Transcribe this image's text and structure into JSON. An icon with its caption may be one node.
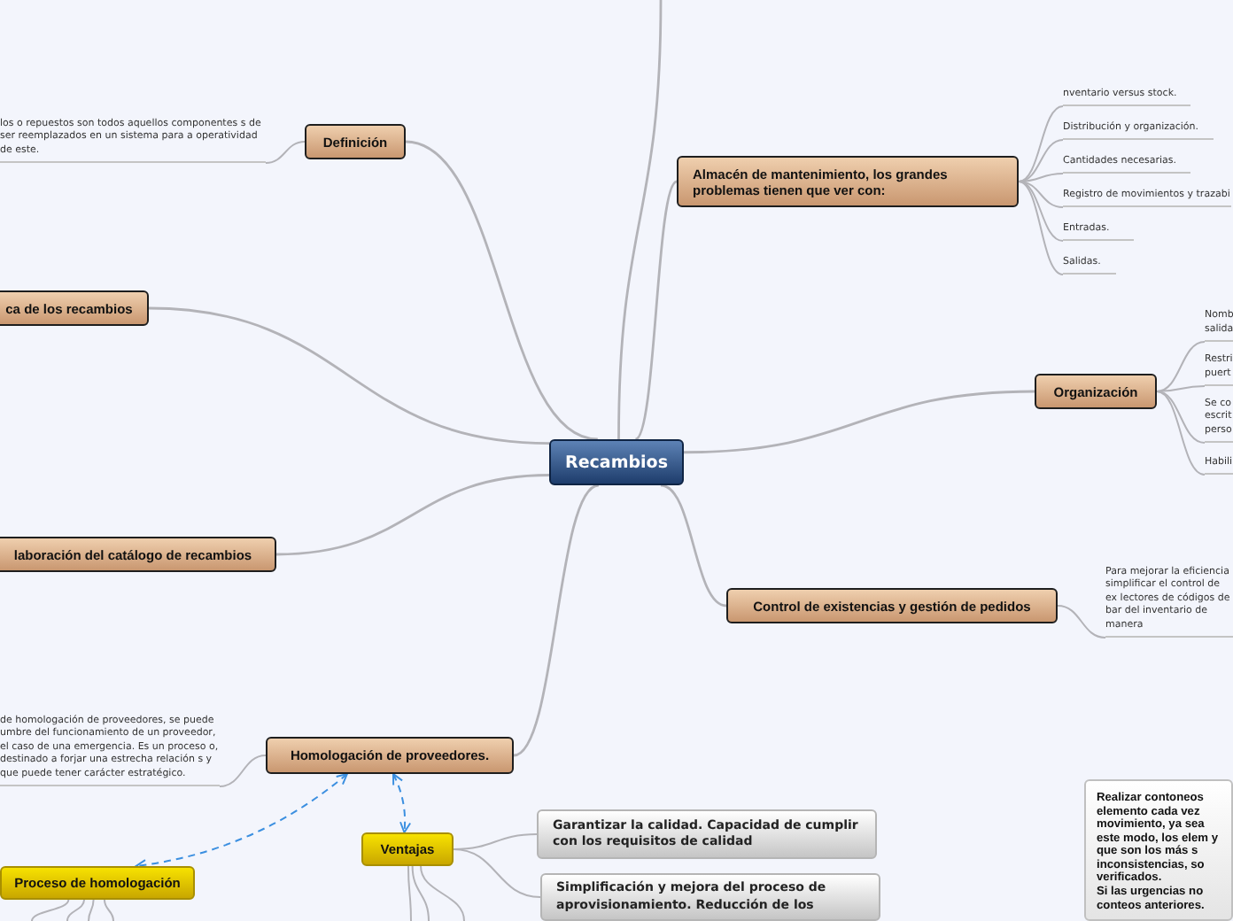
{
  "diagram": {
    "nodes": [
      {
        "text": [
          "Recambios"
        ]
      },
      {
        "text": [
          "Definición"
        ]
      },
      {
        "text": [
          "ca de los recambios"
        ]
      },
      {
        "text": [
          "laboración del catálogo de recambios"
        ]
      },
      {
        "text": [
          "Homologación de proveedores."
        ]
      },
      {
        "text": [
          "Almacén de mantenimiento, los grandes problemas tienen que ver con:"
        ]
      },
      {
        "text": [
          "Organización"
        ]
      },
      {
        "text": [
          "Control de existencias y gestión de pedidos"
        ]
      },
      {
        "text": [
          "Ventajas"
        ]
      },
      {
        "text": [
          "Proceso de homologación"
        ]
      },
      {
        "text": [
          "Garantizar la calidad. Capacidad de cumplir con los requisitos de calidad"
        ]
      },
      {
        "text": [
          "Simplificación y mejora del proceso de aprovisionamiento. Reducción de los"
        ]
      },
      {
        "text": [
          "los o repuestos son todos aquellos componentes s de ser reemplazados en un sistema para a operatividad de este."
        ]
      },
      {
        "text": [
          "de homologación de proveedores, se puede umbre del funcionamiento de un proveedor, el caso de una emergencia. Es un proceso o, destinado a forjar una estrecha relación s y que puede tener carácter estratégico."
        ]
      },
      {
        "text": [
          "nventario versus stock."
        ]
      },
      {
        "text": [
          "Distribución y organización."
        ]
      },
      {
        "text": [
          "Cantidades necesarias."
        ]
      },
      {
        "text": [
          "Registro de movimientos y trazabi"
        ]
      },
      {
        "text": [
          "Entradas."
        ]
      },
      {
        "text": [
          "Salidas."
        ]
      },
      {
        "text": [
          "Nomb salida"
        ]
      },
      {
        "text": [
          "Restri puert"
        ]
      },
      {
        "text": [
          "Se co escrit perso"
        ]
      },
      {
        "text": [
          "Habili"
        ]
      },
      {
        "text": [
          "Para mejorar la eficiencia simplificar el control de ex lectores de códigos de bar del inventario de manera"
        ]
      },
      {
        "text": [
          "Realizar contoneos elemento cada vez movimiento, ya sea este modo, los elem y que son los más s inconsistencias, so verificados.",
          "Si las urgencias no conteos anteriores."
        ]
      }
    ],
    "edges": [
      {
        "from": 0,
        "to": 1,
        "arrow": "none"
      },
      {
        "from": 0,
        "to": 2,
        "arrow": "none"
      },
      {
        "from": 0,
        "to": 3,
        "arrow": "none"
      },
      {
        "from": 0,
        "to": 4,
        "arrow": "none"
      },
      {
        "from": 0,
        "to": 5,
        "arrow": "none"
      },
      {
        "from": 0,
        "to": 6,
        "arrow": "none"
      },
      {
        "from": 0,
        "to": 7,
        "arrow": "none"
      },
      {
        "from": 0,
        "to": null,
        "arrow": "none"
      },
      {
        "from": 1,
        "to": 12,
        "arrow": "none"
      },
      {
        "from": 4,
        "to": 13,
        "arrow": "none"
      },
      {
        "from": 5,
        "to": 14,
        "arrow": "none"
      },
      {
        "from": 5,
        "to": 15,
        "arrow": "none"
      },
      {
        "from": 5,
        "to": 16,
        "arrow": "none"
      },
      {
        "from": 5,
        "to": 17,
        "arrow": "none"
      },
      {
        "from": 5,
        "to": 18,
        "arrow": "none"
      },
      {
        "from": 5,
        "to": 19,
        "arrow": "none"
      },
      {
        "from": 6,
        "to": 20,
        "arrow": "none"
      },
      {
        "from": 6,
        "to": 21,
        "arrow": "none"
      },
      {
        "from": 6,
        "to": 22,
        "arrow": "none"
      },
      {
        "from": 6,
        "to": 23,
        "arrow": "none"
      },
      {
        "from": 7,
        "to": 24,
        "arrow": "none"
      },
      {
        "from": 8,
        "to": 10,
        "arrow": "none"
      },
      {
        "from": 8,
        "to": 11,
        "arrow": "none"
      },
      {
        "from": 8,
        "to": null,
        "arrow": "none"
      },
      {
        "from": 8,
        "to": null,
        "arrow": "none"
      },
      {
        "from": 8,
        "to": null,
        "arrow": "none"
      },
      {
        "from": 9,
        "to": null,
        "arrow": "none"
      },
      {
        "from": 9,
        "to": null,
        "arrow": "none"
      },
      {
        "from": 9,
        "to": null,
        "arrow": "none"
      },
      {
        "from": 9,
        "to": null,
        "arrow": "none"
      },
      {
        "from": 4,
        "to": 9,
        "arrow": "both",
        "style": "dashed",
        "color": "#3b8fe0"
      },
      {
        "from": 4,
        "to": 8,
        "arrow": "both",
        "style": "dashed",
        "color": "#3b8fe0"
      }
    ]
  }
}
